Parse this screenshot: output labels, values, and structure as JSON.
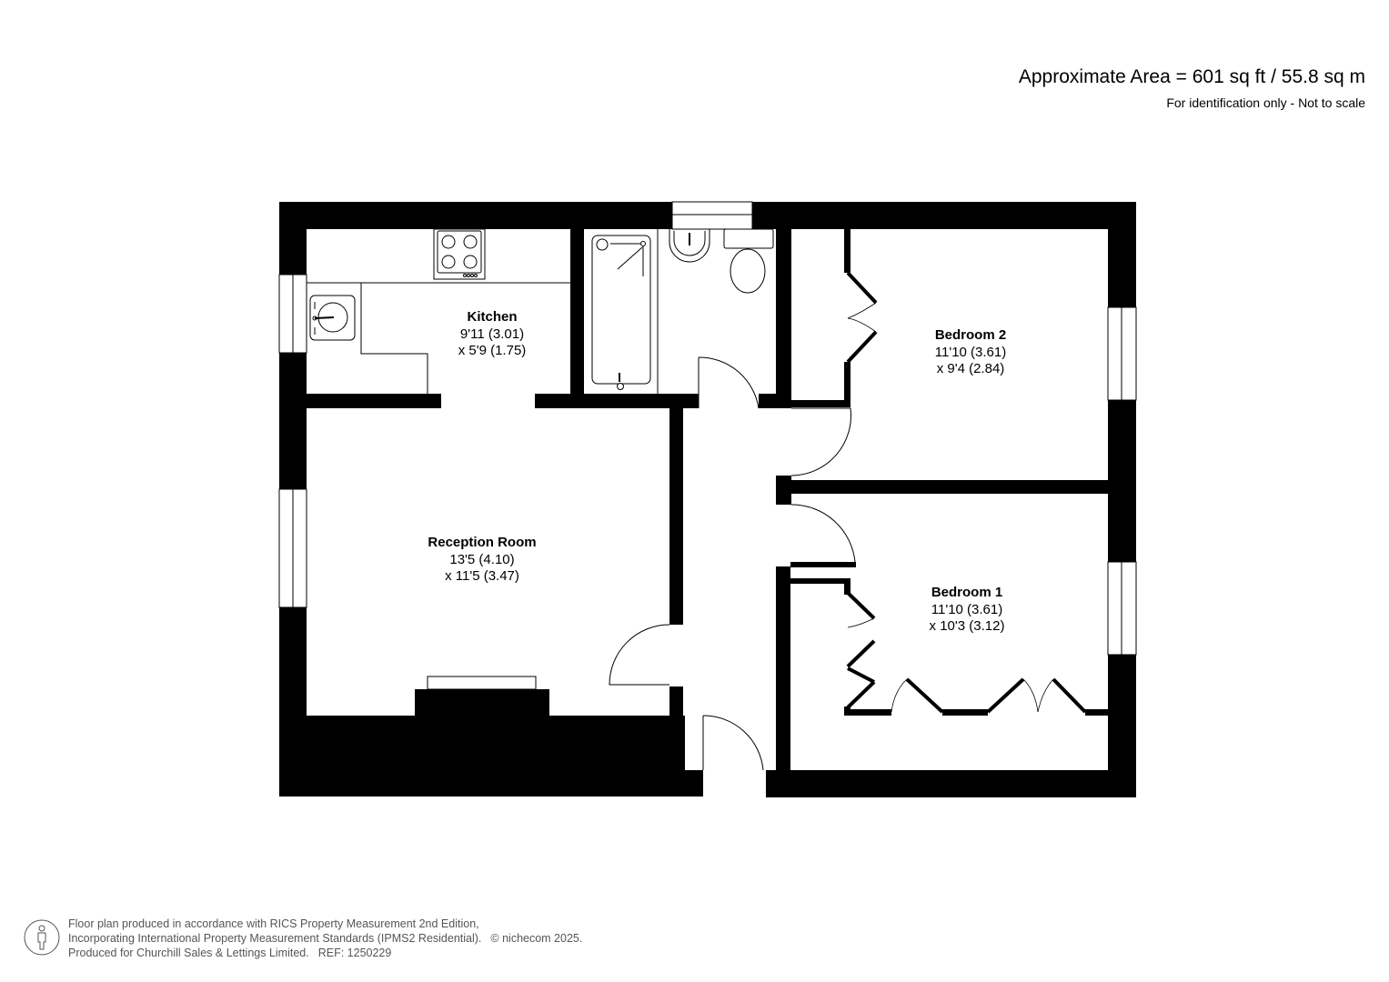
{
  "header": {
    "area_title": "Approximate Area = 601 sq ft / 55.8 sq m",
    "disclaimer": "For identification only - Not to scale"
  },
  "rooms": {
    "kitchen": {
      "name": "Kitchen",
      "dim1": "9'11 (3.01)",
      "dim2": "x 5'9 (1.75)"
    },
    "bedroom2": {
      "name": "Bedroom 2",
      "dim1": "11'10 (3.61)",
      "dim2": "x 9'4 (2.84)"
    },
    "reception": {
      "name": "Reception Room",
      "dim1": "13'5 (4.10)",
      "dim2": "x 11'5 (3.47)"
    },
    "bedroom1": {
      "name": "Bedroom 1",
      "dim1": "11'10 (3.61)",
      "dim2": "x 10'3 (3.12)"
    }
  },
  "fixtures": {
    "kitchen": [
      "hob-icon",
      "sink-icon"
    ],
    "bathroom": [
      "bath-icon",
      "basin-icon",
      "toilet-icon"
    ]
  },
  "footer": {
    "line1": "Floor plan produced in accordance with RICS Property Measurement 2nd Edition,",
    "line2": "Incorporating International Property Measurement Standards (IPMS2 Residential).",
    "copyright": "© nichecom 2025.",
    "line3": "Produced for Churchill Sales & Lettings Limited.",
    "ref": "REF: 1250229"
  },
  "colors": {
    "wall": "#000000",
    "background": "#ffffff",
    "footer_text": "#555555"
  }
}
